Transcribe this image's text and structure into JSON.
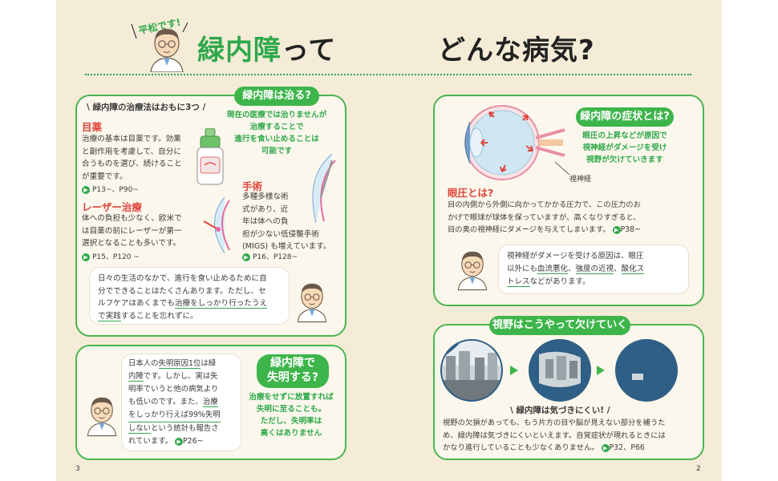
{
  "header": {
    "badge": "平松です!",
    "title_green": "緑内障",
    "title_black": "って",
    "title_right": "どんな病気?"
  },
  "treatment": {
    "pill": "緑内障は治る?",
    "pill_text": [
      "現在の医療では治りませんが",
      "治療することで",
      "進行を食い止めることは",
      "可能です"
    ],
    "heading": "緑内障の治療法はおもに3つ",
    "drug_title": "目薬",
    "drug_text": [
      "治療の基本は目薬です。効果",
      "と副作用を考慮して、自分に",
      "合うものを選び、続けること",
      "が重要です。"
    ],
    "drug_ref": "P13~、P90~",
    "laser_title": "レーザー治療",
    "laser_text": [
      "体への負担も少なく、欧米で",
      "は目薬の前にレーザーが第一",
      "選択となることも多いです。"
    ],
    "laser_ref": "P15、P120 ~",
    "surgery_title": "手術",
    "surgery_text": [
      "多種多様な術",
      "式があり、近",
      "年は体への負",
      "担が少ない低侵襲手術",
      "(MIGS) も増えています。"
    ],
    "surgery_ref": "P16、P128~",
    "bubble_lines": [
      "日々の生活のなかで、進行を食い止めるために自",
      "分でできることはたくさんあります。ただし、セ",
      "ルフケアはあくまでも",
      "治療をしっかり行ったうえ",
      "で実践",
      "することを忘れずに。"
    ]
  },
  "blindness": {
    "pill_line1": "緑内障で",
    "pill_line2": "失明する?",
    "pill_text": [
      "治療をせずに放置すれば",
      "失明に至ることも。",
      "ただし、失明率は",
      "高くはありません"
    ],
    "bubble_lines": [
      "日本人の",
      "失明原因1位",
      "は緑",
      "内障",
      "です。しかし、実は失",
      "明率でいうと他の病気より",
      "も低いのです。また、",
      "治療",
      "をしっかり行えば99%失明",
      "しない",
      "という統計も報告さ",
      "れています。"
    ],
    "ref": "P26~"
  },
  "symptoms": {
    "pill": "緑内障の症状とは?",
    "pill_text": [
      "眼圧の上昇などが原因で",
      "視神経がダメージを受け",
      "視野が欠けていきます"
    ],
    "nerve_label": "視神経",
    "iop_title": "眼圧とは?",
    "iop_text": [
      "目の内側から外側に向かってかかる圧力で、この圧力のお",
      "かげで眼球が球体を保っていますが、高くなりすぎると、",
      "目の奥の視神経にダメージを与えてしまいます。"
    ],
    "iop_ref": "P38~",
    "bubble_lines": [
      "視神経がダメージを受ける原因は、眼圧",
      "以外にも",
      "血流悪化",
      "、",
      "強度の近視",
      "、",
      "酸化ス",
      "トレス",
      "などがあります。"
    ]
  },
  "vision": {
    "pill": "視野はこうやって欠けていく",
    "caption": "緑内障は気づきにくい!",
    "text": [
      "視野の欠損があっても、もう片方の目や脳が見えない部分を補うた",
      "め、緑内障は気づきにくいといえます。自覚症状が現れるときには",
      "かなり進行していることも少なくありません。"
    ],
    "ref": "P32、P66"
  },
  "page_numbers": {
    "left": "3",
    "right": "2"
  },
  "colors": {
    "green": "#3db54a",
    "red": "#e0453d",
    "paper": "#f4ecd7"
  }
}
